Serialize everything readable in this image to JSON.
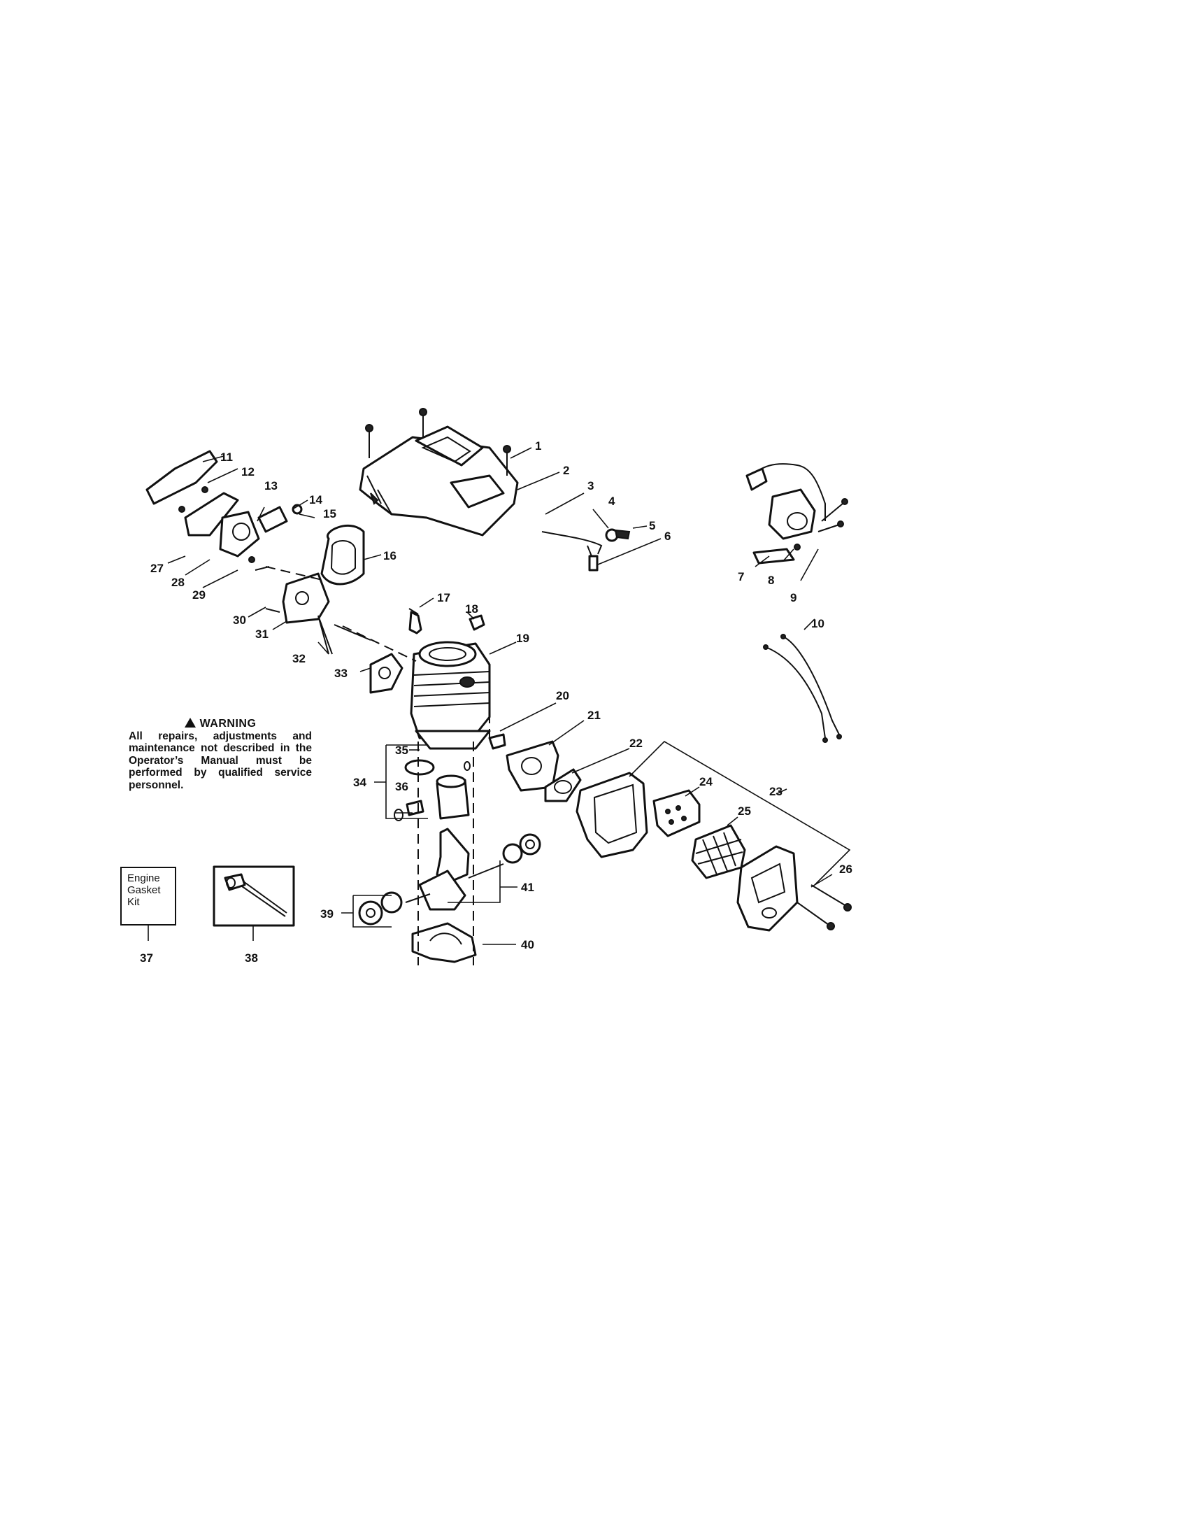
{
  "warning": {
    "title": "WARNING",
    "text": "All repairs, adjustments and maintenance not described in the Operator’s Manual must be performed by qualified service personnel."
  },
  "gasket_kit": {
    "line1": "Engine",
    "line2": "Gasket",
    "line3": "Kit"
  },
  "callouts": {
    "c1": "1",
    "c2": "2",
    "c3": "3",
    "c4": "4",
    "c5": "5",
    "c6": "6",
    "c7": "7",
    "c8": "8",
    "c9": "9",
    "c10": "10",
    "c11": "11",
    "c12": "12",
    "c13": "13",
    "c14": "14",
    "c15": "15",
    "c16": "16",
    "c17": "17",
    "c18": "18",
    "c19": "19",
    "c20": "20",
    "c21": "21",
    "c22": "22",
    "c23": "23",
    "c24": "24",
    "c25": "25",
    "c26": "26",
    "c27": "27",
    "c28": "28",
    "c29": "29",
    "c30": "30",
    "c31": "31",
    "c32": "32",
    "c33": "33",
    "c34": "34",
    "c35": "35",
    "c36": "36",
    "c37": "37",
    "c38": "38",
    "c39": "39",
    "c40": "40",
    "c41": "41"
  }
}
